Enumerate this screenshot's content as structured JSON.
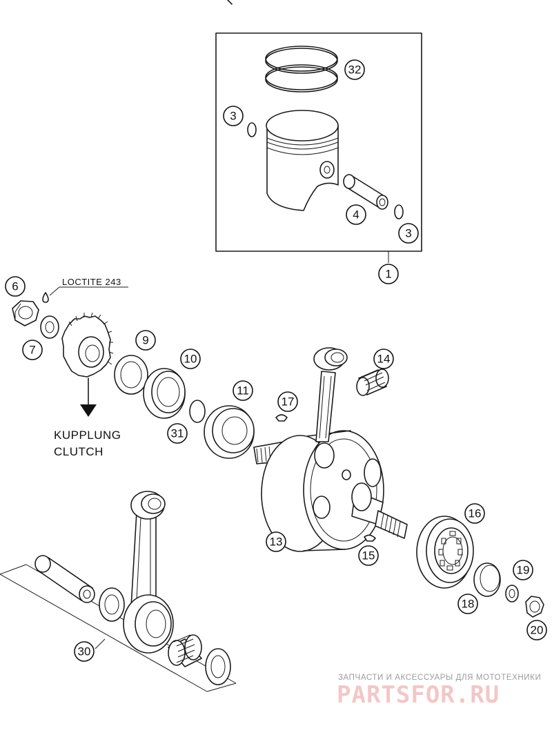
{
  "diagram": {
    "notes": {
      "loctite": "LOCTITE 243",
      "kupplung": "KUPPLUNG",
      "clutch": "CLUTCH"
    },
    "callouts": {
      "c1": "1",
      "c3a": "3",
      "c3b": "3",
      "c4": "4",
      "c6": "6",
      "c7": "7",
      "c9": "9",
      "c10": "10",
      "c11": "11",
      "c13": "13",
      "c14": "14",
      "c15": "15",
      "c16": "16",
      "c17": "17",
      "c18": "18",
      "c19": "19",
      "c20": "20",
      "c30": "30",
      "c31": "31",
      "c32": "32"
    }
  },
  "watermark": {
    "tagline": "ЗАПЧАСТИ И АКСЕССУАРЫ ДЛЯ МОТОТЕХНИКИ",
    "logo": "PARTSFOR.RU",
    "logo_color": "#f3c7c7"
  }
}
